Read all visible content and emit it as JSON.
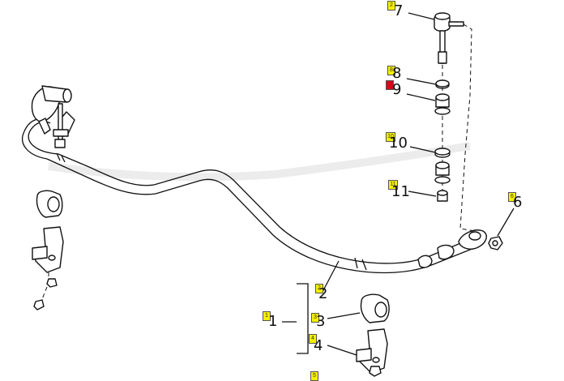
{
  "callouts": {
    "c1": {
      "badge": "1",
      "num": "1"
    },
    "c2": {
      "badge": "2",
      "num": "2"
    },
    "c3": {
      "badge": "3",
      "num": "3"
    },
    "c4": {
      "badge": "4",
      "num": "4"
    },
    "c5": {
      "badge": "5",
      "num": ""
    },
    "c6": {
      "badge": "6",
      "num": "6"
    },
    "c7": {
      "badge": "2",
      "num": "7"
    },
    "c8": {
      "badge": "8",
      "num": "8"
    },
    "c9": {
      "badge": "",
      "num": "9"
    },
    "c10": {
      "badge": "10",
      "num": "10"
    },
    "c11": {
      "badge": "11",
      "num": "11"
    }
  },
  "colors": {
    "badge_fill": "#f5f000",
    "badge_selected": "#d40a1a",
    "line": "#111111",
    "background": "#ffffff"
  }
}
